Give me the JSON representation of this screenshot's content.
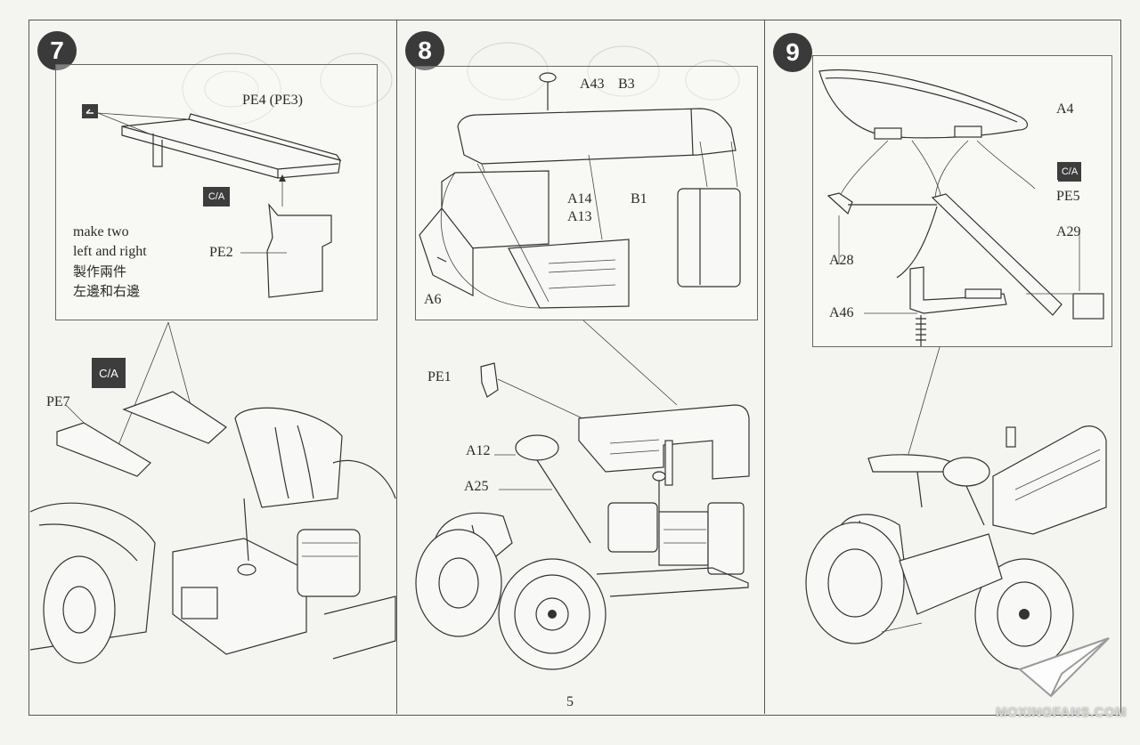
{
  "page": {
    "page_number": "5",
    "watermark": "MOXINGFANS.COM"
  },
  "steps": [
    {
      "number": "7",
      "labels": {
        "pe4": "PE4 (PE3)",
        "pe2": "PE2",
        "pe7": "PE7"
      },
      "ca_badges": [
        "C/A",
        "C/A"
      ],
      "note_en_1": "make two",
      "note_en_2": "left and right",
      "note_zh_1": "製作兩件",
      "note_zh_2": "左邊和右邊"
    },
    {
      "number": "8",
      "labels": {
        "a43": "A43",
        "b3": "B3",
        "a14": "A14",
        "a13": "A13",
        "b1": "B1",
        "a6": "A6",
        "pe1": "PE1",
        "a12": "A12",
        "a25": "A25"
      }
    },
    {
      "number": "9",
      "labels": {
        "a4": "A4",
        "pe5": "PE5",
        "a28": "A28",
        "a29": "A29",
        "a46": "A46"
      },
      "ca_badge": "C/A"
    }
  ]
}
